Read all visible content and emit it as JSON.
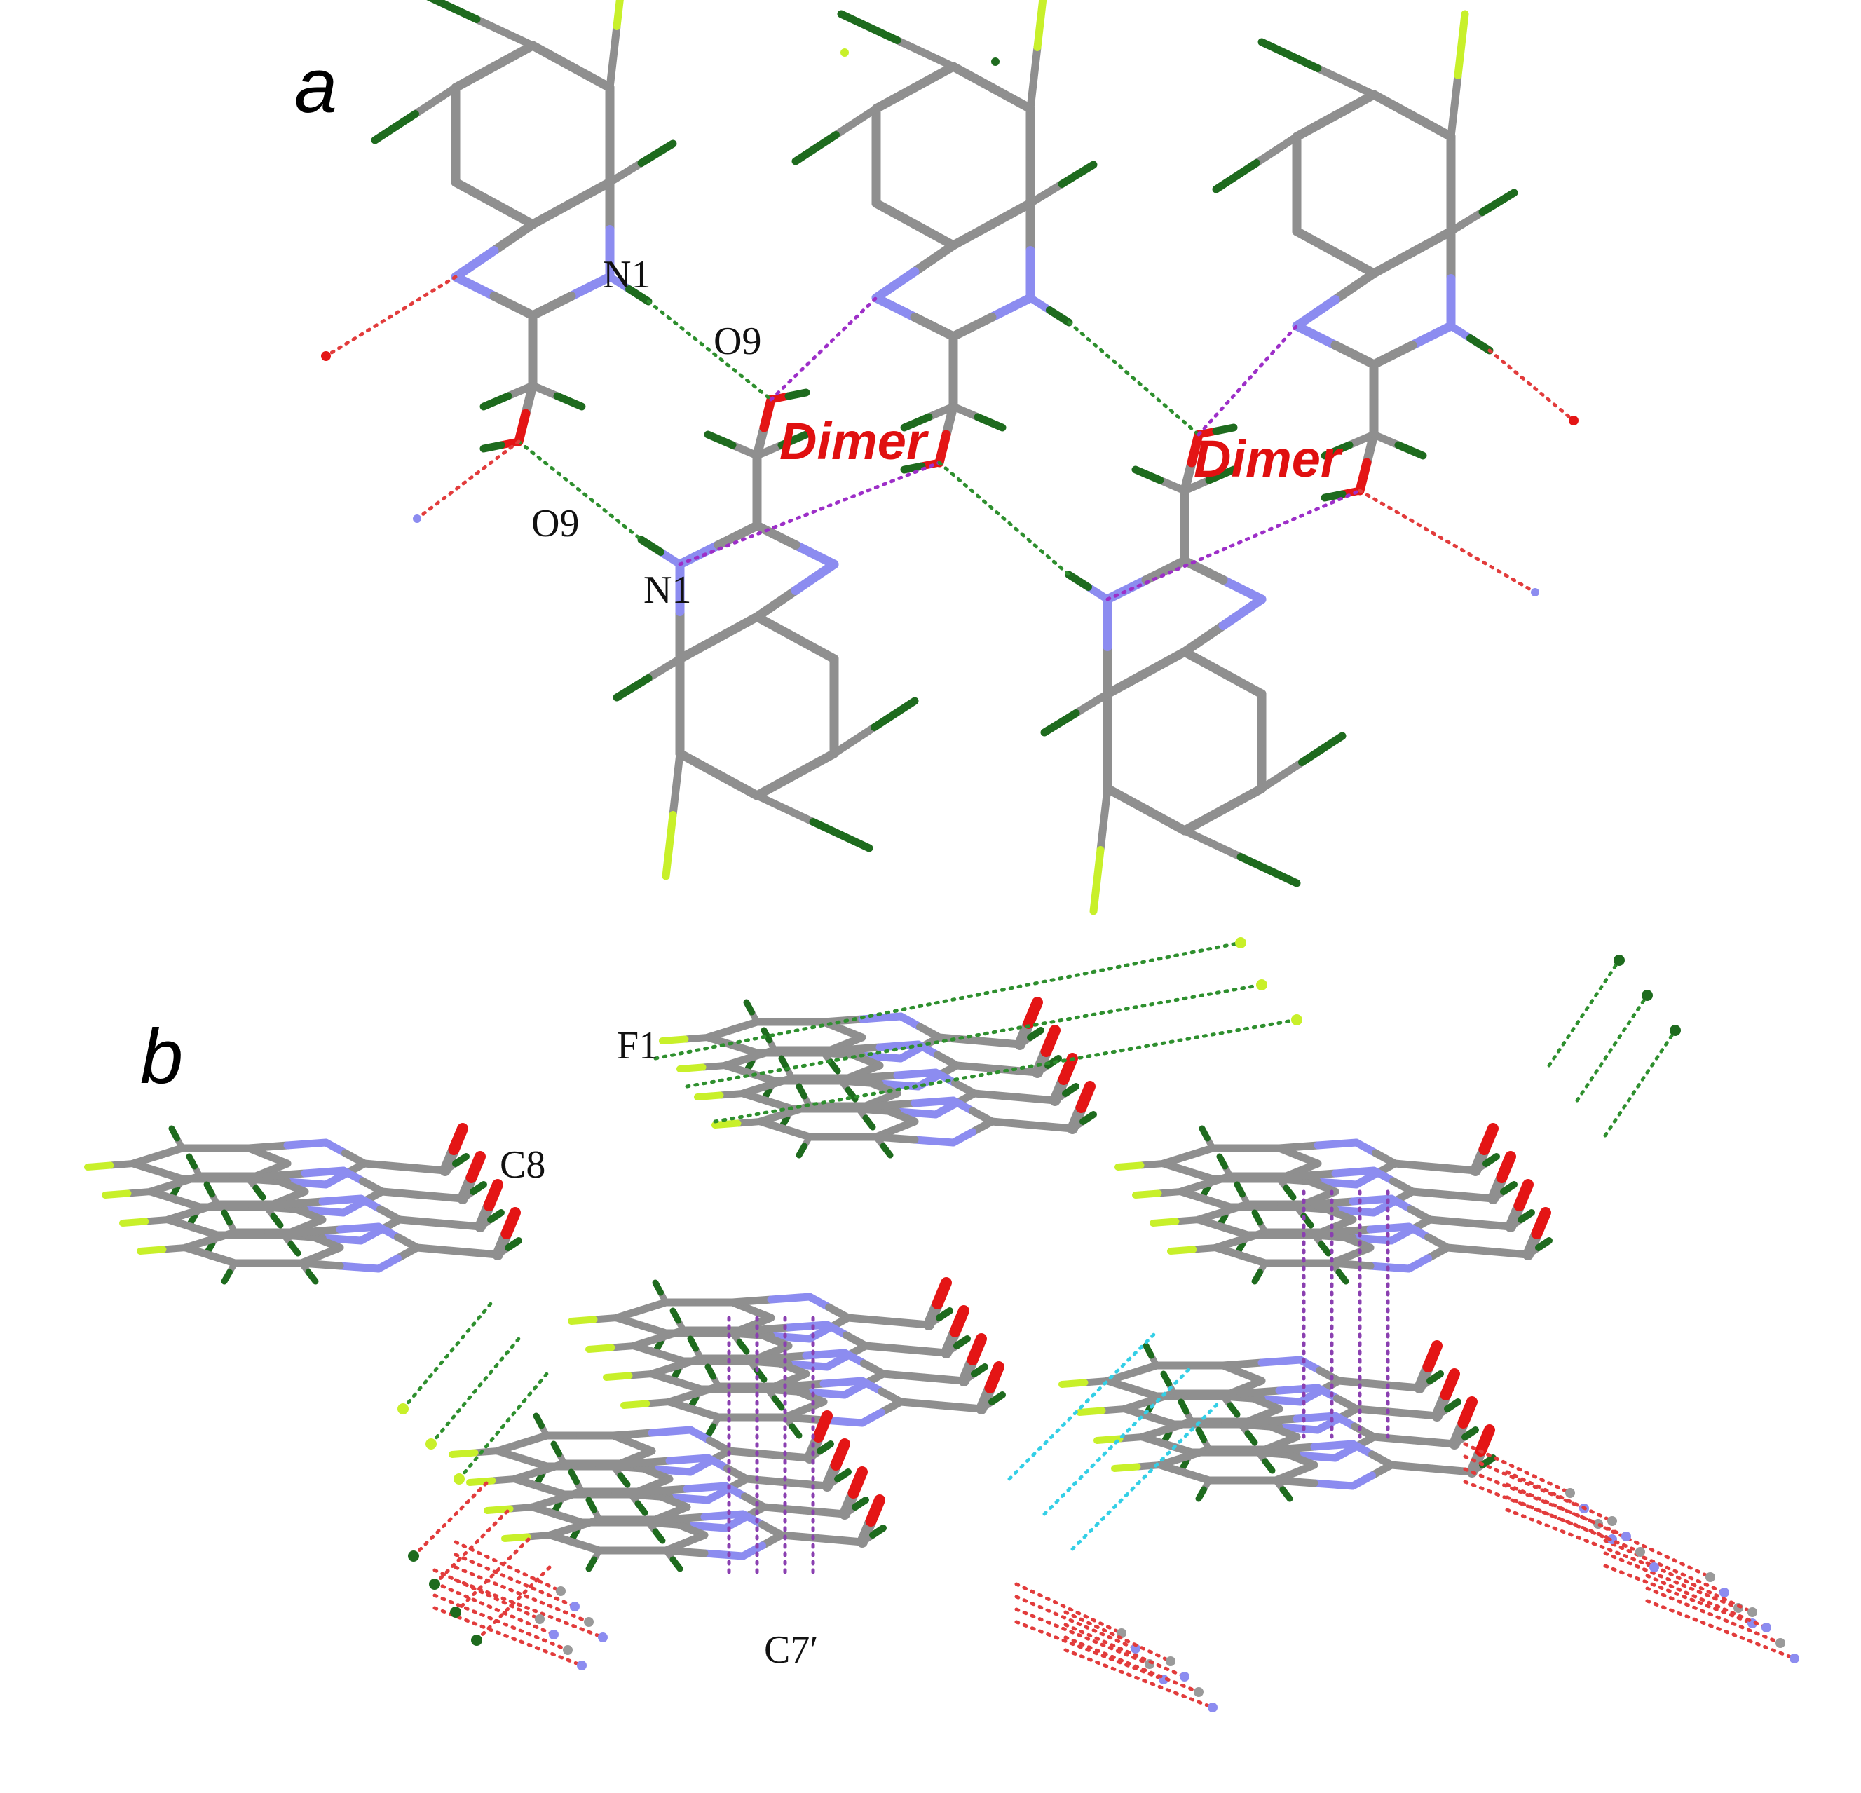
{
  "colors": {
    "carbon": "#8f8f8f",
    "nitrogen": "#8c8cf0",
    "oxygen": "#e41515",
    "hydrogen": "#1e6b1e",
    "fluorine": "#c8f02a",
    "hbond_nh_o": "#2e8f2e",
    "hbond_oh_n": "#9d2fc8",
    "contact_red": "#e23c3c",
    "contact_cyan": "#34cfe6",
    "contact_purple": "#8a3fb0",
    "dimer_text": "#e01010"
  },
  "panel_a": {
    "label": "a",
    "atom_labels": [
      "N1",
      "O9",
      "O9",
      "N1"
    ],
    "dimer_labels": [
      "Dimer",
      "Dimer"
    ]
  },
  "panel_b": {
    "label": "b",
    "atom_labels": [
      "F1",
      "C8",
      "C7′"
    ]
  }
}
